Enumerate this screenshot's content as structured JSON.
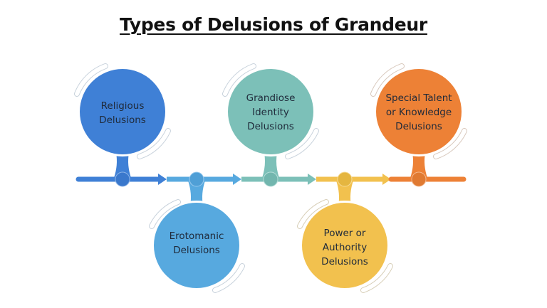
{
  "title": "Types of Delusions of Grandeur",
  "colors": {
    "blue": "#3f80d6",
    "light_blue": "#57a9df",
    "teal": "#7cc0b8",
    "yellow": "#f2c14e",
    "orange": "#ed8136"
  },
  "steps": [
    {
      "label": "Religious\nDelusions",
      "position": "top",
      "color": "#3f80d6"
    },
    {
      "label": "Erotomanic\nDelusions",
      "position": "bottom",
      "color": "#57a9df"
    },
    {
      "label": "Grandiose\nIdentity\nDelusions",
      "position": "top",
      "color": "#7cc0b8"
    },
    {
      "label": "Power or\nAuthority\nDelusions",
      "position": "bottom",
      "color": "#f2c14e"
    },
    {
      "label": "Special Talent\nor Knowledge\nDelusions",
      "position": "top",
      "color": "#ed8136"
    }
  ]
}
